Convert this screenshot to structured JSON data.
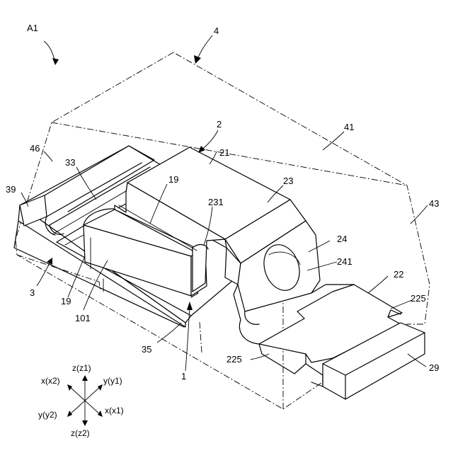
{
  "figure": {
    "labels": {
      "A1": "A1",
      "n4": "4",
      "n2": "2",
      "n41": "41",
      "n46": "46",
      "n33": "33",
      "n21": "21",
      "n19_top": "19",
      "n23": "23",
      "n39": "39",
      "n231": "231",
      "n43": "43",
      "n24": "24",
      "n241": "241",
      "n22": "22",
      "n3": "3",
      "n19_left": "19",
      "n101": "101",
      "n225_right": "225",
      "n35": "35",
      "n1": "1",
      "n225_bottom": "225",
      "n29": "29"
    },
    "axes": {
      "z_up": "z(z1)",
      "z_down": "z(z2)",
      "x_ul": "x(x2)",
      "y_ur": "y(y1)",
      "y_ll": "y(y2)",
      "x_lr": "x(x1)"
    }
  }
}
